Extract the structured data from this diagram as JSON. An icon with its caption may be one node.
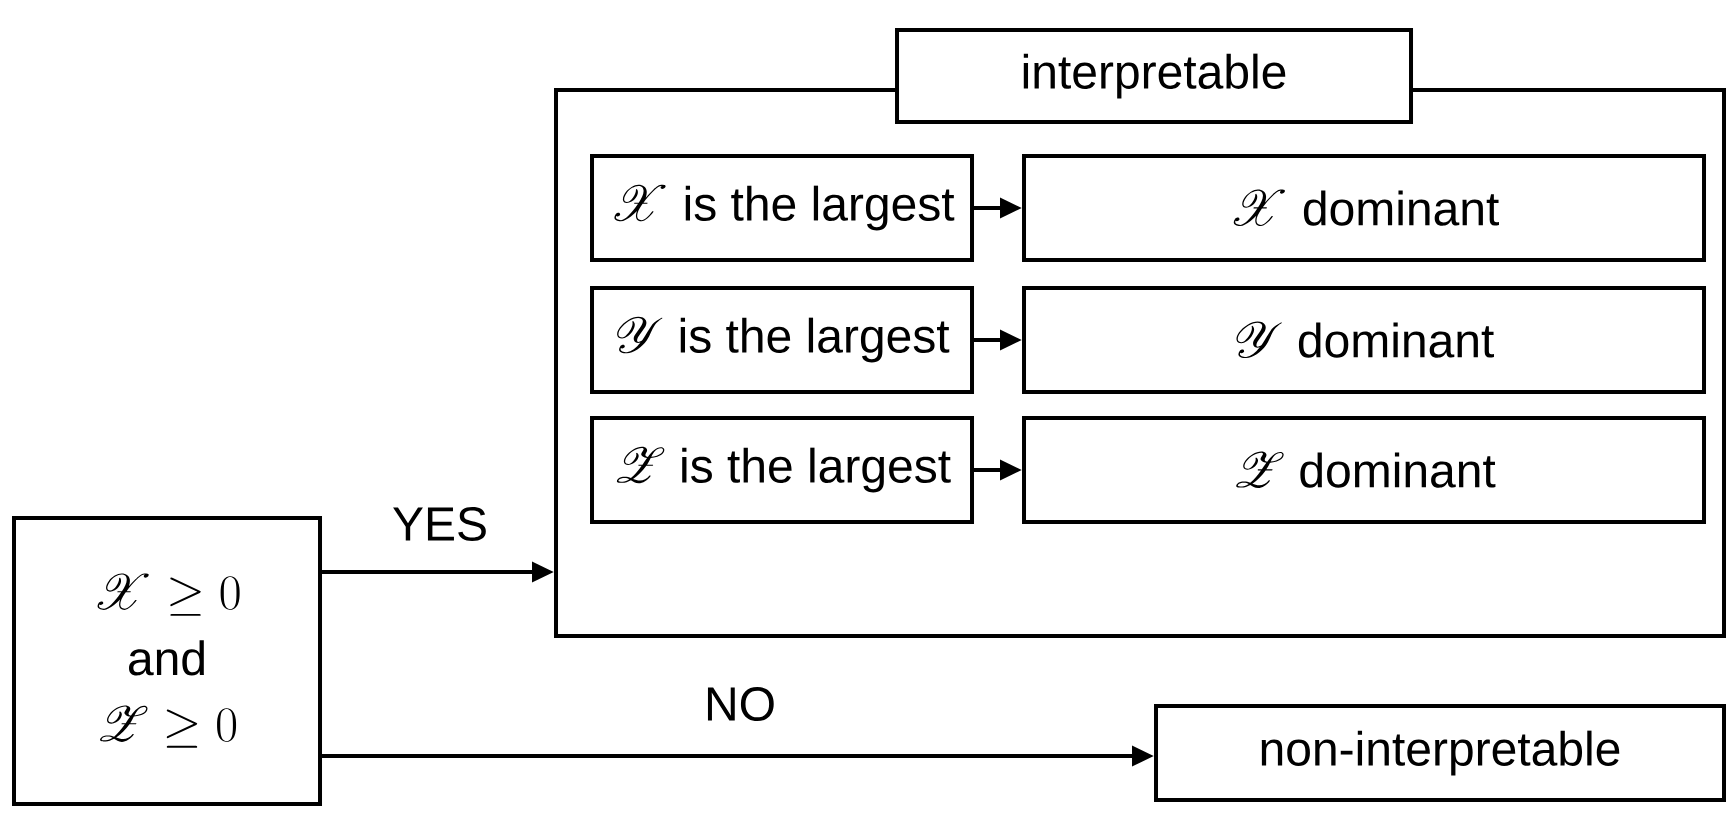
{
  "diagram": {
    "nodes": [
      {
        "text": [
          "\\mathscr{X} \\geq 0",
          "and",
          "\\mathscr{Z} \\geq 0"
        ]
      },
      {
        "text": [
          "interpretable"
        ]
      },
      {
        "text": [
          "\\mathscr{X}\\text{ is the largest}"
        ],
        "in": 1
      },
      {
        "text": [
          "\\mathscr{X}\\text{ dominant}"
        ],
        "in": 1
      },
      {
        "text": [
          "\\mathscr{Y}\\text{ is the largest}"
        ],
        "in": 1
      },
      {
        "text": [
          "\\mathscr{Y}\\text{ dominant}"
        ],
        "in": 1
      },
      {
        "text": [
          "\\mathscr{Z}\\text{ is the largest}"
        ],
        "in": 1
      },
      {
        "text": [
          "\\mathscr{Z}\\text{ dominant}"
        ],
        "in": 1
      },
      {
        "text": [
          "non-interpretable"
        ]
      }
    ],
    "edges": [
      {
        "from": 0,
        "to": 1,
        "arrow": "to",
        "label": "YES"
      },
      {
        "from": 0,
        "to": 8,
        "arrow": "to",
        "label": "NO"
      },
      {
        "from": 2,
        "to": 3,
        "arrow": "to"
      },
      {
        "from": 4,
        "to": 5,
        "arrow": "to"
      },
      {
        "from": 6,
        "to": 7,
        "arrow": "to"
      }
    ]
  }
}
